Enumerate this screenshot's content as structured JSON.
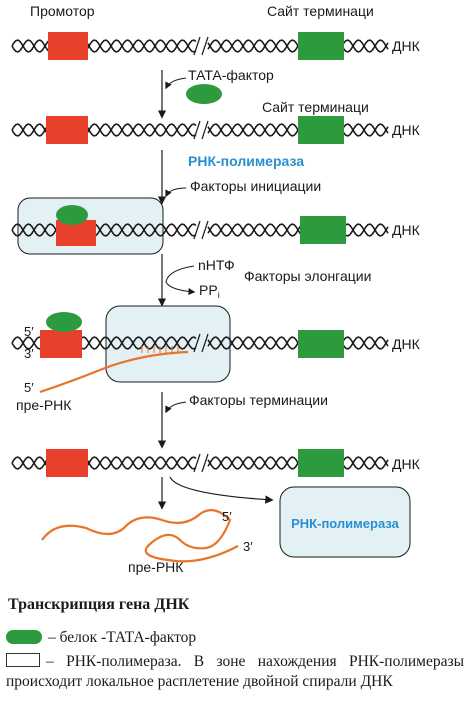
{
  "labels": {
    "promoter": "Промотор",
    "termination_site": "Сайт терминаци",
    "dna": "ДНК",
    "tata_factor": "ТАТА-фактор",
    "rna_polymerase": "РНК-полимераза",
    "initiation_factors": "Факторы инициации",
    "ntp": "nНТФ",
    "elongation_factors": "Факторы элонгации",
    "pp": "PP",
    "pp_sub": "i",
    "five_prime": "5′",
    "three_prime": "3′",
    "pre_rna": "пре-РНК",
    "termination_factors": "Факторы терминации"
  },
  "caption": "Транскрипция гена ДНК",
  "legend": {
    "tata_text": "– белок -ТАТА-фактор",
    "rnap_text": "– РНК-полимераза. В зоне нахождения РНК-полимеразы происходит локальное расплетение двойной спирали ДНК"
  },
  "colors": {
    "promoter": "#e8402a",
    "termination": "#2e9a3e",
    "tata": "#2e9a3e",
    "rna": "#e8742a",
    "polymerase_fill": "#e3f1f5",
    "polymerase_label": "#2a8fd0",
    "strand": "#1a1a1a"
  }
}
